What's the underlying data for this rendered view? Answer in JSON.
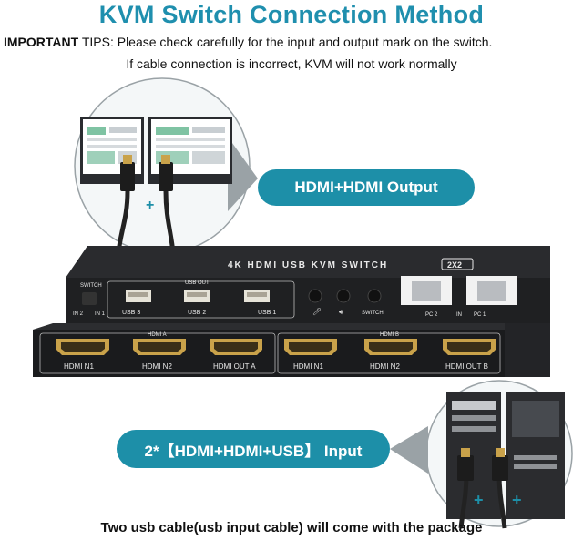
{
  "title": "KVM Switch Connection Method",
  "tips": {
    "label": "IMPORTANT",
    "line1": "TIPS: Please check carefully for the input and output mark on the switch.",
    "line2": "If cable connection is incorrect, KVM will not work normally"
  },
  "callouts": {
    "output": "HDMI+HDMI Output",
    "input": "2*【HDMI+HDMI+USB】 Input"
  },
  "device": {
    "top_label": "4K HDMI USB KVM SWITCH",
    "badge": "2X2",
    "switch_label": "SWITCH",
    "in2": "IN 2",
    "in1": "IN 1",
    "usb_out": "USB OUT",
    "usb3": "USB 3",
    "usb2": "USB 2",
    "usb1": "USB 1",
    "switch_btn": "SWITCH",
    "pc2": "PC 2",
    "in_mid": "IN",
    "pc1": "PC 1",
    "hdmi_a": "HDMI A",
    "hdmi_b": "HDMI B",
    "a_in1": "HDMI N1",
    "a_in2": "HDMI N2",
    "a_out": "HDMI OUT A",
    "b_in1": "HDMI N1",
    "b_in2": "HDMI N2",
    "b_out": "HDMI OUT B"
  },
  "footer": "Two usb cable(usb input cable) will come with the package",
  "colors": {
    "accent": "#1d8fa8",
    "title": "#1f8fae",
    "hdmi_gold": "#c9a24a"
  }
}
